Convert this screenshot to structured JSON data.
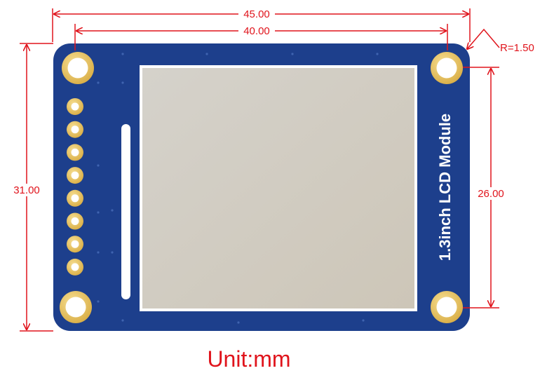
{
  "dimensions": {
    "board_width": "45.00",
    "hole_spacing_x": "40.00",
    "corner_radius": "R=1.50",
    "board_height": "31.00",
    "hole_spacing_y": "26.00"
  },
  "board": {
    "label": "1.3inch LCD Module",
    "pin_count": 8
  },
  "unit_label": "Unit:mm",
  "colors": {
    "dimension": "#e0141c",
    "pcb": "#1d3f8c",
    "pad_gold": "#e7c463",
    "screen": "#d0ccc2",
    "screen_frame": "#ffffff"
  }
}
